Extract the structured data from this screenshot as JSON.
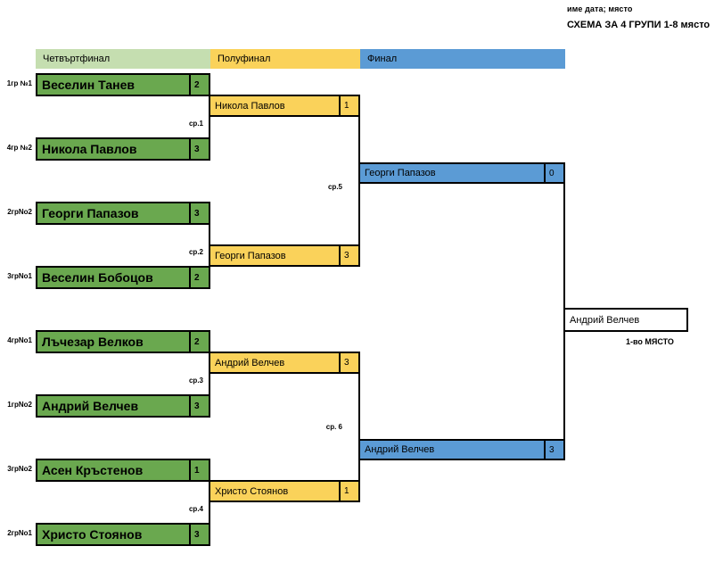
{
  "header": {
    "subtitle": "име дата; място",
    "title": "СХЕМА ЗА 4 ГРУПИ   1-8 място"
  },
  "rounds": [
    {
      "key": "qf",
      "label": "Четвъртфинал",
      "color": "#c5deb0"
    },
    {
      "key": "sf",
      "label": "Полуфинал",
      "color": "#fad25a"
    },
    {
      "key": "fn",
      "label": "Финал",
      "color": "#5b9bd5"
    }
  ],
  "seeds": [
    "1гр №1",
    "4гр №2",
    "2грNo2",
    "3грNo1",
    "4грNo1",
    "1грNo2",
    "3грNo2",
    "2грNo1"
  ],
  "quarterfinals": [
    {
      "name": "Веселин Танев",
      "score": "2"
    },
    {
      "name": "Никола Павлов",
      "score": "3"
    },
    {
      "name": "Георги Папазов",
      "score": "3"
    },
    {
      "name": "Веселин Бобоцов",
      "score": "2"
    },
    {
      "name": "Лъчезар Велков",
      "score": "2"
    },
    {
      "name": "Андрий Велчев",
      "score": "3"
    },
    {
      "name": "Асен Кръстенов",
      "score": "1"
    },
    {
      "name": "Христо Стоянов",
      "score": "3"
    }
  ],
  "semifinals": [
    {
      "name": "Никола Павлов",
      "score": "1"
    },
    {
      "name": "Георги Папазов",
      "score": "3"
    },
    {
      "name": "Андрий Велчев",
      "score": "3"
    },
    {
      "name": "Христо Стоянов",
      "score": "1"
    }
  ],
  "final": [
    {
      "name": "Георги Папазов",
      "score": "0"
    },
    {
      "name": "Андрий Велчев",
      "score": "3"
    }
  ],
  "champion": {
    "name": "Андрий Велчев",
    "place_label": "1-во МЯСТО"
  },
  "match_labels": {
    "m1": "ср.1",
    "m2": "ср.2",
    "m3": "ср.3",
    "m4": "ср.4",
    "m5": "ср.5",
    "m6": "ср. 6"
  },
  "colors": {
    "qf_header": "#c5deb0",
    "sf_header": "#fad25a",
    "fn_header": "#5b9bd5",
    "qf_slot": "#6aa84f",
    "sf_slot": "#fad25a",
    "fn_slot": "#5b9bd5",
    "line": "#000000"
  }
}
